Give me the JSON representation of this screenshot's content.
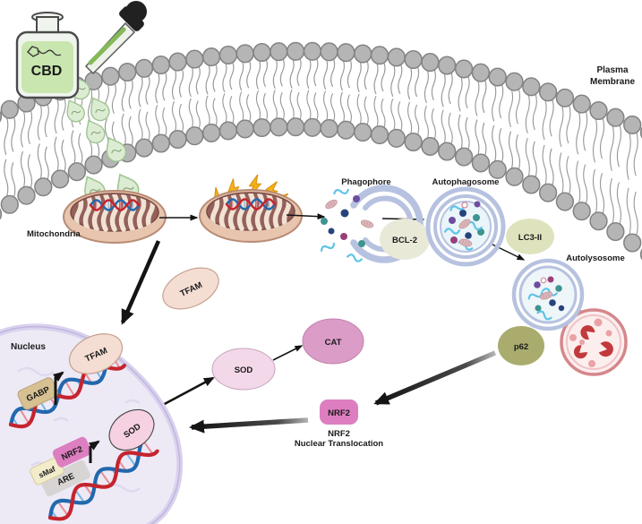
{
  "title": "CBD — mitochondrial stress, autophagy and NRF2 nuclear translocation pathway",
  "labels": {
    "cbd": "CBD",
    "plasma_membrane_line1": "Plasma",
    "plasma_membrane_line2": "Membrane",
    "mitochondria": "Mitochondria",
    "phagophore": "Phagophore",
    "bcl2": "BCL-2",
    "autophagosome": "Autophagosome",
    "lc3": "LC3-II",
    "autolysosome": "Autolysosome",
    "p62": "p62",
    "tfam_free": "TFAM",
    "nucleus": "Nucleus",
    "tfam_nucleus": "TFAM",
    "gabp": "GABP",
    "sod_nucleus": "SOD",
    "smaf": "sMaf",
    "nrf2_nucleus": "NRF2",
    "are": "ARE",
    "sod_free": "SOD",
    "cat": "CAT",
    "nrf2_box": "NRF2",
    "nrf2_caption_line1": "NRF2",
    "nrf2_caption_line2": "Nuclear Translocation"
  },
  "colors": {
    "membrane_head": "#b5b5b5",
    "membrane_head_stroke": "#828282",
    "tail": "#979797",
    "droplet_fill": "#dcecd3",
    "droplet_stroke": "#9fc492",
    "droplet_mark": "#7f9f74",
    "bottle_glass": "#f0f4ee",
    "bottle_stroke": "#4a4a4a",
    "liquid": "#c9e6af",
    "dropper_black": "#212121",
    "dropper_green": "#85b859",
    "mito_outer": "#e8c5ae",
    "mito_outer_stroke": "#b98b74",
    "mito_inner": "#93605a",
    "mito_inner_stroke": "#7c4b44",
    "crista": "#f1e2d4",
    "bolt": "#f6b21b",
    "bolt_stroke": "#db940c",
    "ring": "#b6c2df",
    "vesicle_fill": "#eaf5f9",
    "content_teal": "#3f9390",
    "content_navy": "#27437d",
    "content_purple": "#6f4da2",
    "content_magenta": "#98407c",
    "content_squiggle": "#5fc3e9",
    "content_debris": "#dcb6bb",
    "content_debris_stroke": "#c29599",
    "bcl2_fill": "#e9e9d8",
    "lc3_fill": "#dfe3bd",
    "p62_fill": "#a9ac6d",
    "lyso_fill": "#fdeeee",
    "lyso_stroke": "#d5878b",
    "enzyme_dark": "#c23a3c",
    "enzyme_light": "#e9a3a5",
    "nucleus_fill": "#edeaf6",
    "nucleus_stroke": "#c2b6de",
    "nucleus_rim": "#dad2ee",
    "nucleus_texture": "#dfd9f0",
    "tfam_fill": "#f4ddd3",
    "tfam_stroke": "#c6a18f",
    "gabp_fill": "#d7c192",
    "gabp_stroke": "#b9a173",
    "sod_nucleus_fill": "#f6d1e1",
    "sod_free_fill": "#f2d8e8",
    "sod_stroke": "#444444",
    "cat_fill": "#db9cc7",
    "cat_stroke": "#c084ad",
    "nrf2_pink": "#dd7ec0",
    "smaf_fill": "#f2ecca",
    "smaf_stroke": "#d6cd9c",
    "are_fill": "#d8d4d4",
    "dna_red": "#c5242e",
    "dna_blue": "#2268ae",
    "rung_red": "#e8909a",
    "rung_blue": "#7fb7e0",
    "arrow": "#141414"
  }
}
